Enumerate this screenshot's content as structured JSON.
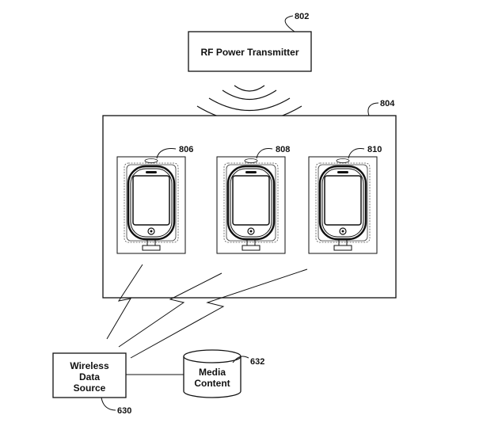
{
  "figure": {
    "transmitter": {
      "label": "RF Power Transmitter",
      "ref": "802"
    },
    "display_panel": {
      "ref": "804"
    },
    "devices": [
      {
        "ref": "806"
      },
      {
        "ref": "808"
      },
      {
        "ref": "810"
      }
    ],
    "wireless_source": {
      "line1": "Wireless",
      "line2": "Data",
      "line3": "Source",
      "ref": "630"
    },
    "media_content": {
      "line1": "Media",
      "line2": "Content",
      "ref": "632"
    }
  }
}
